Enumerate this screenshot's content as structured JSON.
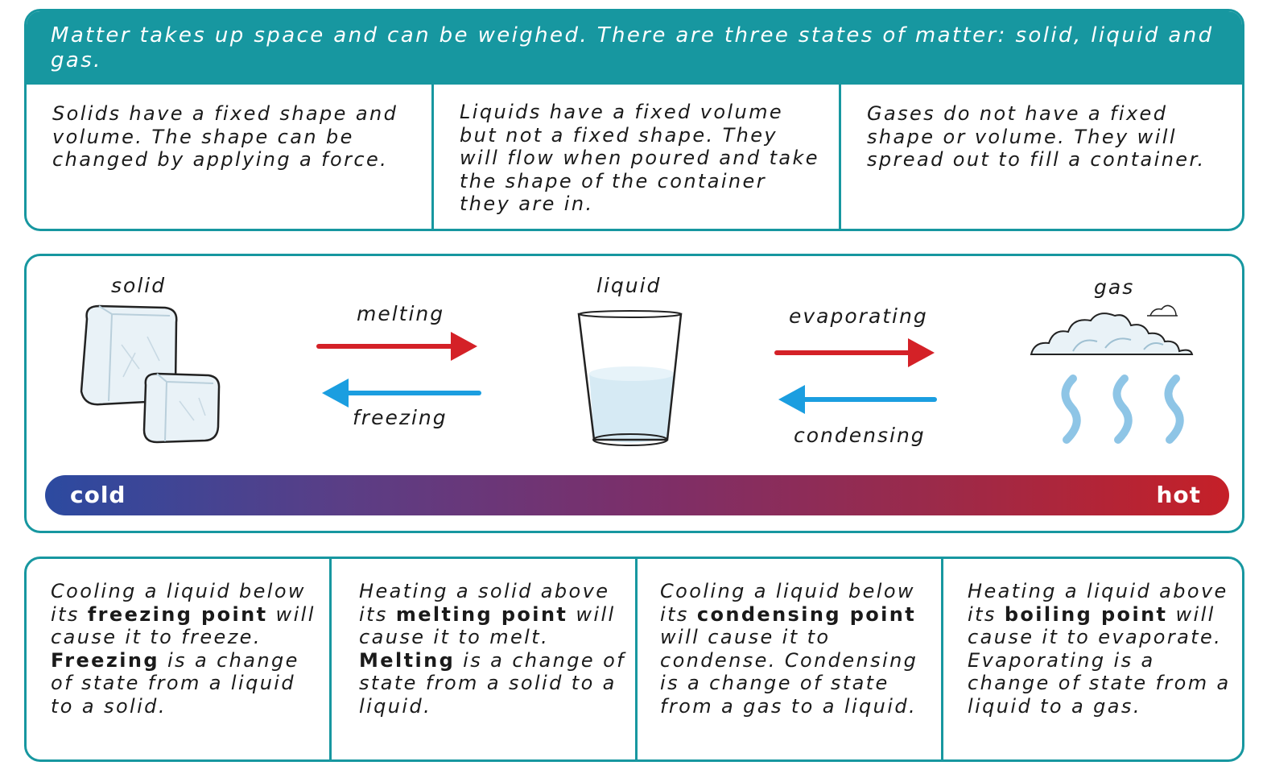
{
  "intro": "Matter takes up space and can be weighed. There are three states of matter: solid, liquid and gas.",
  "states_info": [
    "Solids have a fixed shape and volume. The shape can be changed by applying a force.",
    "Liquids have a fixed volume but not a fixed shape. They will flow when poured and take the shape of the container they are in.",
    "Gases do not have a fixed shape or volume. They will spread out to fill a container."
  ],
  "diagram": {
    "solid": "solid",
    "liquid": "liquid",
    "gas": "gas",
    "melting": "melting",
    "freezing": "freezing",
    "evaporating": "evaporating",
    "condensing": "condensing",
    "cold": "cold",
    "hot": "hot"
  },
  "colors": {
    "teal": "#1797a0",
    "red_arrow": "#d42127",
    "blue_arrow": "#1b9ee0",
    "cold": "#2c4aa0",
    "hot": "#c52028"
  },
  "process_boxes": [
    {
      "t1": "Cooling a liquid below its ",
      "b1": "freezing point",
      "t2": " will cause it to freeze. ",
      "b2": "Freezing",
      "t3": " is a change of state from a liquid to a solid."
    },
    {
      "t1": "Heating a solid above its ",
      "b1": "melting point",
      "t2": " will cause it to melt. ",
      "b2": "Melting",
      "t3": " is a change of state from a solid to a liquid."
    },
    {
      "t1": "Cooling a liquid below its ",
      "b1": "condensing point",
      "t2": " will cause it to condense. Condensing is a change of state from a gas to a liquid.",
      "b2": "",
      "t3": ""
    },
    {
      "t1": "Heating a liquid above its ",
      "b1": "boiling point",
      "t2": " will cause it to evaporate. Evaporating is a change of state from a liquid to a gas.",
      "b2": "",
      "t3": ""
    }
  ]
}
